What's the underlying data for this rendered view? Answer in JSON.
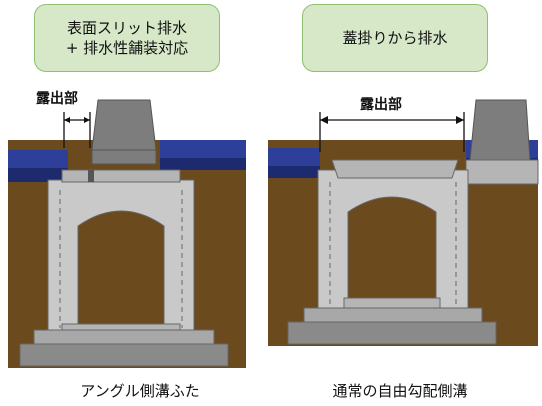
{
  "left": {
    "box_line1": "表面スリット排水",
    "box_line2": "+ 排水性舗装対応",
    "exposed_label": "露出部",
    "caption": "アングル側溝ふた"
  },
  "right": {
    "box_line1": "蓋掛りから排水",
    "exposed_label": "露出部",
    "caption": "通常の自由勾配側溝"
  },
  "colors": {
    "soil": "#6b4a1e",
    "asphalt_top": "#2e3f9a",
    "asphalt_dark": "#1e2a6e",
    "concrete": "#c9c9c9",
    "concrete_dark": "#8a8a8a",
    "curb": "#7d7d7d",
    "box_fill": "#d6e8c8",
    "box_border": "#8fbf73"
  }
}
